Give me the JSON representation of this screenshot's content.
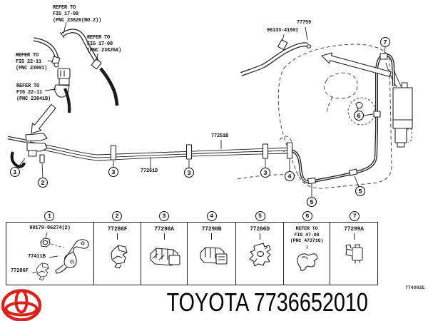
{
  "diagram": {
    "ref_labels": [
      "REFER TO\nFIG 17-08\n(PNC 23826(NO.2))",
      "REFER TO\nFIG 17-08\n(PNC 23826A)",
      "REFER TO\nFIG 22-11\n(PNC 23901)",
      "REFER TO\nFIG 22-11\n(PNC 23841B)"
    ],
    "part_labels": [
      "96133-41501",
      "77759",
      "77251B",
      "77261D"
    ],
    "callouts": [
      "1",
      "2",
      "3",
      "3",
      "3",
      "4",
      "5",
      "5",
      "6",
      "7"
    ]
  },
  "table": {
    "columns": [
      {
        "num": "1",
        "labels": [
          "90179-06274(2)",
          "77411B",
          "77286F"
        ]
      },
      {
        "num": "2",
        "labels": [
          "77286F"
        ]
      },
      {
        "num": "3",
        "labels": [
          "77298A"
        ]
      },
      {
        "num": "4",
        "labels": [
          "77298B"
        ]
      },
      {
        "num": "5",
        "labels": [
          "77286D"
        ]
      },
      {
        "num": "6",
        "labels": [
          "REFER TO\nFIG 47-08\n(PNC 47371G)"
        ]
      },
      {
        "num": "7",
        "labels": [
          "77299A"
        ]
      }
    ]
  },
  "footer": {
    "title": "TOYOTA 7736652010",
    "drawing_code": "774002E",
    "logo_color": "#D6251F"
  }
}
